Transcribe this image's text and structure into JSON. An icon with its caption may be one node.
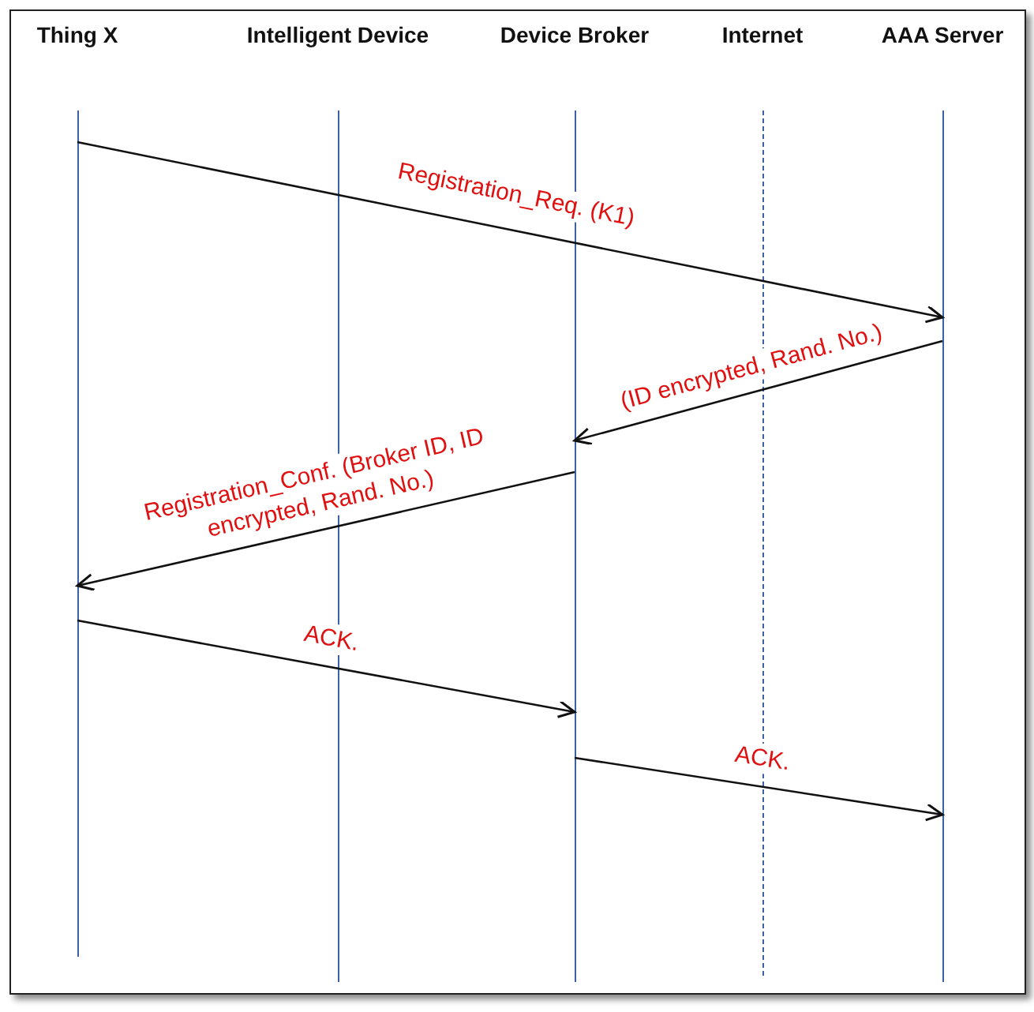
{
  "diagram": {
    "nodes": [
      {
        "text": [
          "Thing X"
        ]
      },
      {
        "text": [
          "Intelligent Device"
        ]
      },
      {
        "text": [
          "Device Broker"
        ]
      },
      {
        "text": [
          "Internet"
        ]
      },
      {
        "text": [
          "AAA Server"
        ]
      }
    ],
    "edges": [
      {
        "from": 0,
        "to": 4,
        "arrow": "to",
        "label": "Registration_Req. (K1)"
      },
      {
        "from": 4,
        "to": 2,
        "arrow": "to",
        "label": "(ID encrypted, Rand. No.)"
      },
      {
        "from": 2,
        "to": 0,
        "arrow": "to",
        "label": "Registration_Conf. (Broker ID, ID encrypted, Rand. No.)"
      },
      {
        "from": 0,
        "to": 2,
        "arrow": "to",
        "label": "ACK."
      },
      {
        "from": 2,
        "to": 4,
        "arrow": "to",
        "label": "ACK."
      }
    ]
  }
}
